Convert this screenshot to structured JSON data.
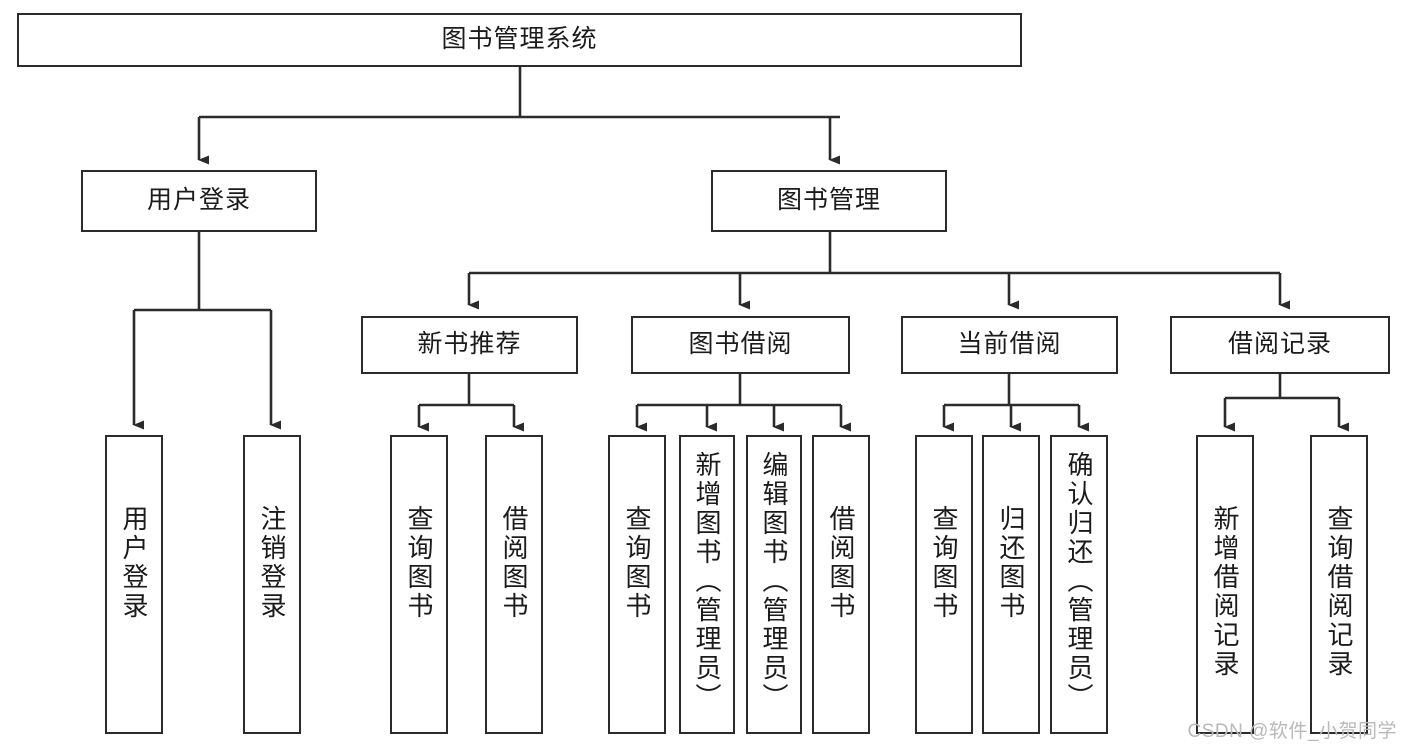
{
  "diagram": {
    "type": "hierarchy-tree",
    "title": "图书管理系统",
    "watermark": "CSDN @软件_小贺同学",
    "colors": {
      "box_stroke": "#2b2b2b",
      "box_fill": "#ffffff",
      "connector": "#2b2b2b",
      "text": "#1b1b1b",
      "watermark": "#b9b9b9"
    },
    "levels": {
      "root": {
        "label": "图书管理系统"
      },
      "level2": [
        {
          "label": "用户登录"
        },
        {
          "label": "图书管理"
        }
      ],
      "level3": [
        {
          "label": "新书推荐"
        },
        {
          "label": "图书借阅"
        },
        {
          "label": "当前借阅"
        },
        {
          "label": "借阅记录"
        }
      ],
      "leaves": {
        "user_login": [
          {
            "label": "用户登录"
          },
          {
            "label": "注销登录"
          }
        ],
        "new_book_rec": [
          {
            "label": "查询图书"
          },
          {
            "label": "借阅图书"
          }
        ],
        "book_borrow": [
          {
            "label": "查询图书"
          },
          {
            "label": "新增图书（管理员）"
          },
          {
            "label": "编辑图书（管理员）"
          },
          {
            "label": "借阅图书"
          }
        ],
        "current_borrow": [
          {
            "label": "查询图书"
          },
          {
            "label": "归还图书"
          },
          {
            "label": "确认归还（管理员）"
          }
        ],
        "borrow_record": [
          {
            "label": "新增借阅记录"
          },
          {
            "label": "查询借阅记录"
          }
        ]
      }
    }
  }
}
